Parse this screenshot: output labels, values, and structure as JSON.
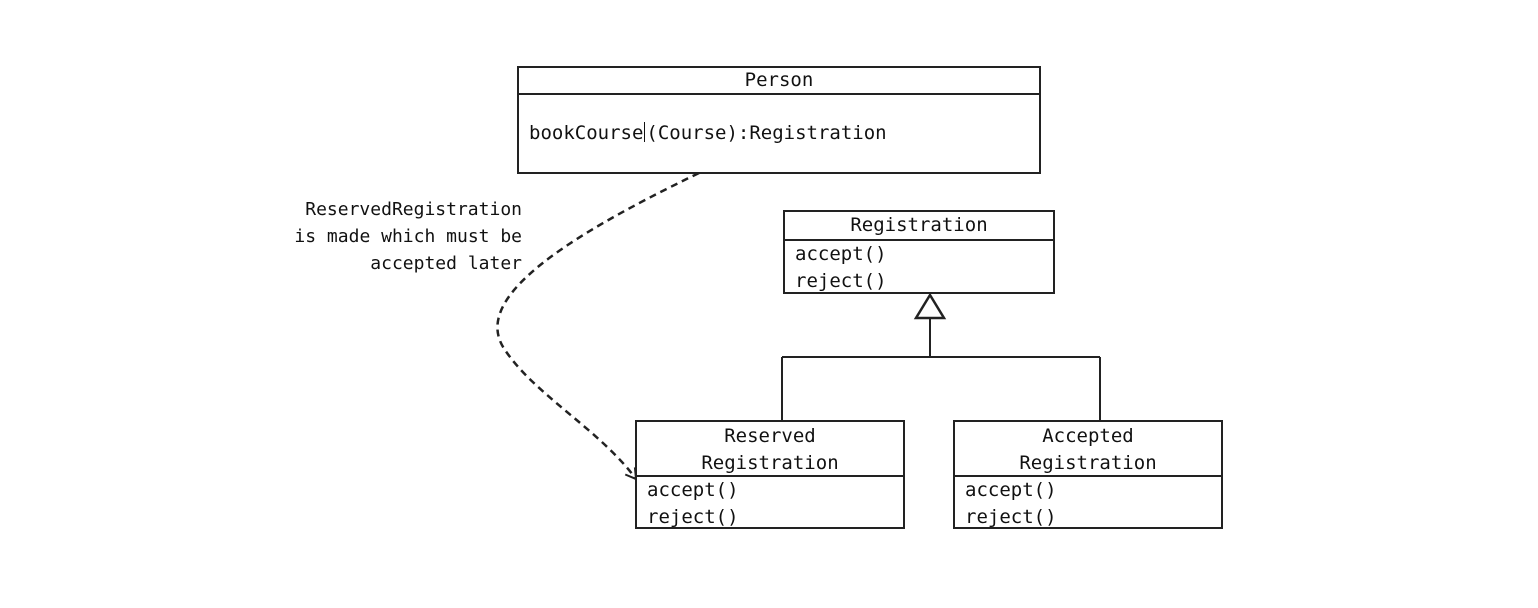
{
  "diagram": {
    "person": {
      "name": "Person",
      "method_name": "bookCourse",
      "method_signature": "(Course):Registration"
    },
    "registration": {
      "name": "Registration",
      "methods": [
        "accept()",
        "reject()"
      ]
    },
    "reserved_registration": {
      "name_line1": "Reserved",
      "name_line2": "Registration",
      "methods": [
        "accept()",
        "reject()"
      ]
    },
    "accepted_registration": {
      "name_line1": "Accepted",
      "name_line2": "Registration",
      "methods": [
        "accept()",
        "reject()"
      ]
    },
    "note": {
      "line1": "ReservedRegistration",
      "line2": "is made which must be",
      "line3": "accepted later"
    }
  }
}
